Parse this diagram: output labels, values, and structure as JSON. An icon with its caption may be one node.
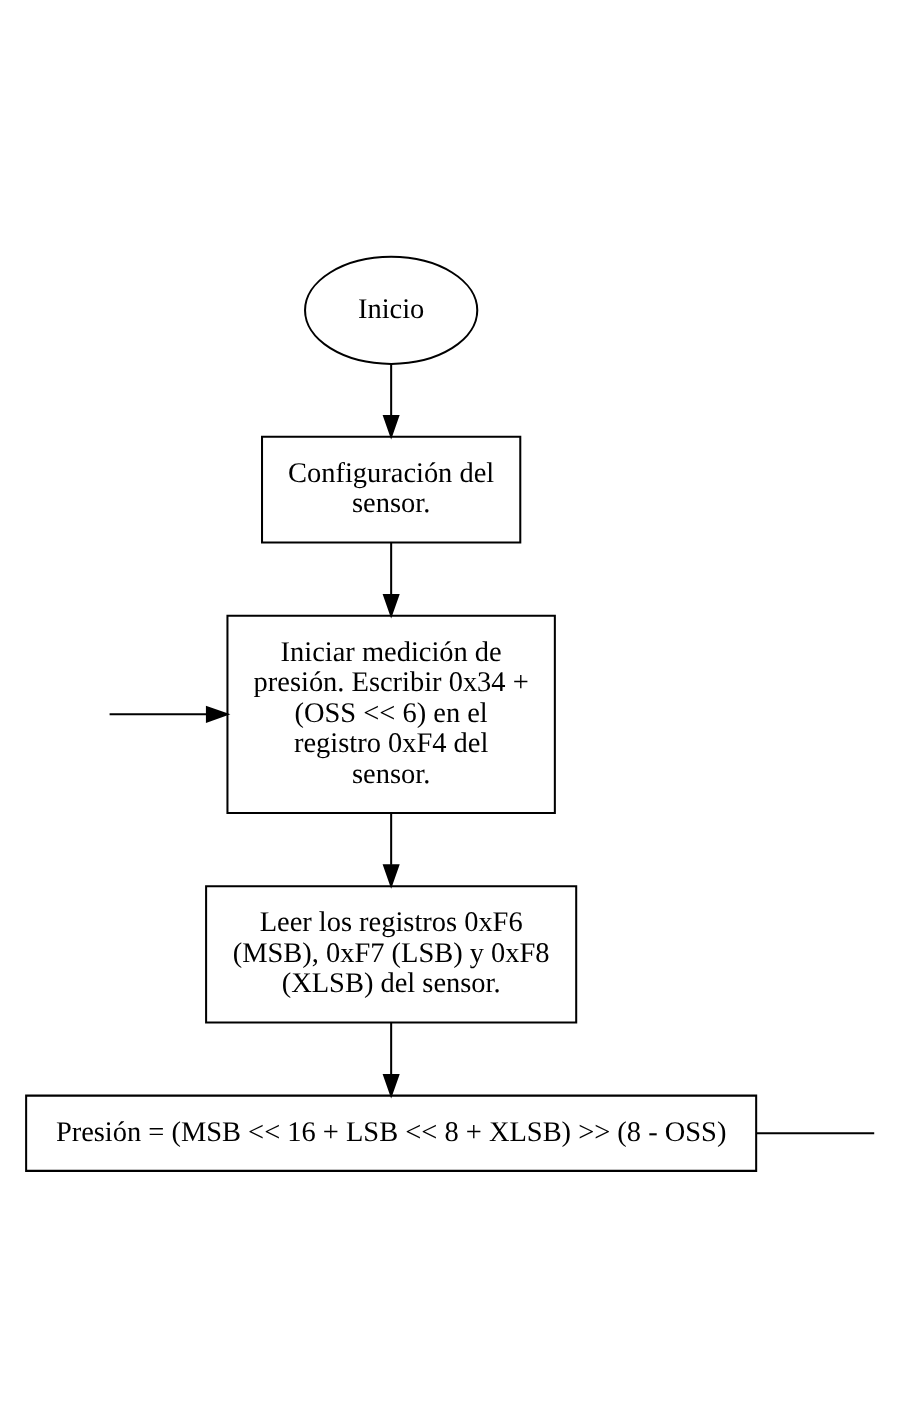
{
  "diagram": {
    "nodes": [
      {
        "text": [
          "Inicio"
        ]
      },
      {
        "text": [
          "Configuración del sensor."
        ]
      },
      {
        "text": [
          "Iniciar medición de presión. Escribir 0x34 + (OSS << 6) en el registro 0xF4 del sensor."
        ]
      },
      {
        "text": [
          "Leer los registros 0xF6 (MSB), 0xF7 (LSB) y 0xF8 (XLSB) del sensor."
        ]
      },
      {
        "text": [
          "Presión = (MSB << 16 + LSB << 8 + XLSB) >> (8 - OSS)"
        ]
      }
    ],
    "edges": [
      {
        "from": 0,
        "to": 1,
        "arrow": "to"
      },
      {
        "from": 1,
        "to": 2,
        "arrow": "to"
      },
      {
        "from": 2,
        "to": 3,
        "arrow": "to"
      },
      {
        "from": 3,
        "to": 4,
        "arrow": "to"
      },
      {
        "from": null,
        "to": 2,
        "arrow": "to"
      },
      {
        "from": 4,
        "to": null,
        "arrow": "none"
      }
    ]
  }
}
